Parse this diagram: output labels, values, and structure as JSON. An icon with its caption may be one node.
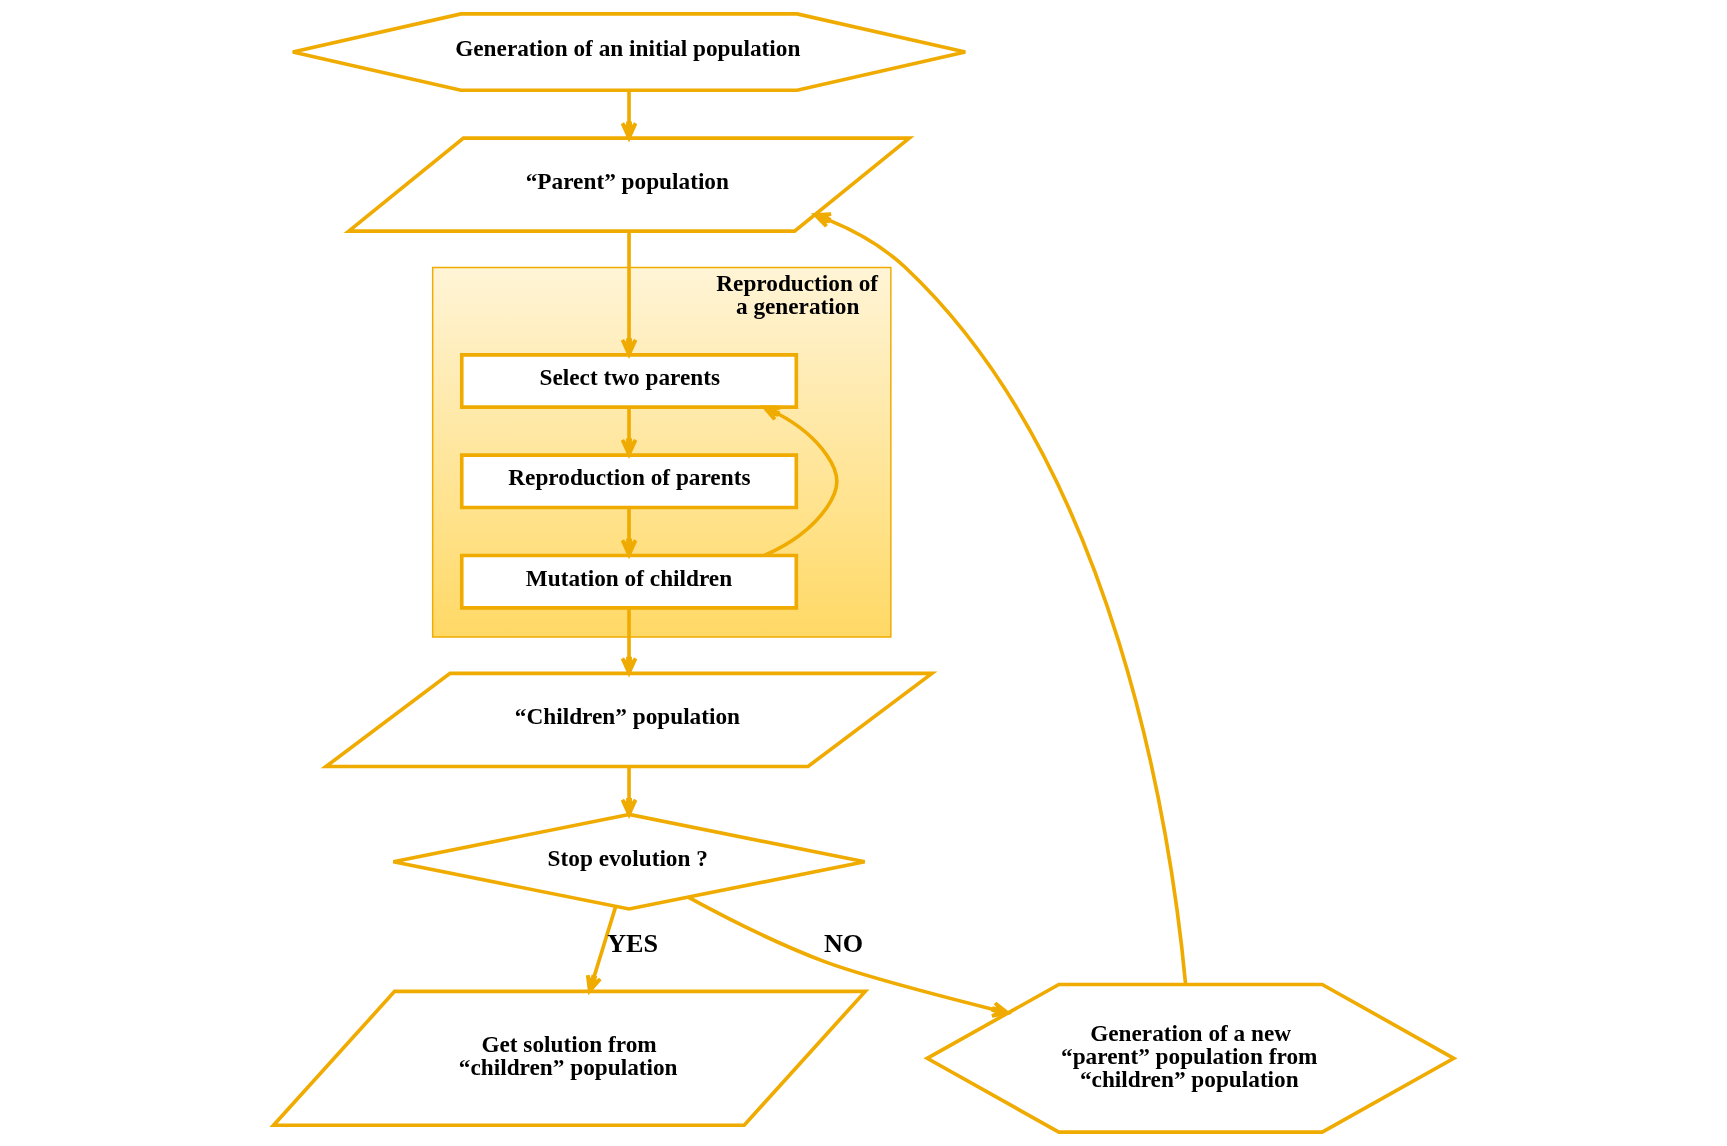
{
  "diagram": {
    "nodes": [
      {
        "text": [
          "Generation of an initial population"
        ]
      },
      {
        "text": [
          "“Parent” population"
        ]
      },
      {
        "text": [
          "Reproduction of a generation"
        ]
      },
      {
        "text": [
          "Select two parents"
        ],
        "in": 2
      },
      {
        "text": [
          "Reproduction of parents"
        ],
        "in": 2
      },
      {
        "text": [
          "Mutation of children"
        ],
        "in": 2
      },
      {
        "text": [
          "“Children” population"
        ]
      },
      {
        "text": [
          "Stop evolution ?"
        ]
      },
      {
        "text": [
          "Get solution from “children” population"
        ]
      },
      {
        "text": [
          "Generation of a new “parent” population from “children” population"
        ]
      }
    ],
    "edges": [
      {
        "from": 0,
        "to": 1,
        "arrow": "to"
      },
      {
        "from": 1,
        "to": 3,
        "arrow": "to"
      },
      {
        "from": 3,
        "to": 4,
        "arrow": "to"
      },
      {
        "from": 4,
        "to": 5,
        "arrow": "to"
      },
      {
        "from": 5,
        "to": 3,
        "arrow": "to"
      },
      {
        "from": 5,
        "to": 6,
        "arrow": "to"
      },
      {
        "from": 6,
        "to": 7,
        "arrow": "to"
      },
      {
        "from": 7,
        "to": 8,
        "arrow": "to",
        "label": "YES"
      },
      {
        "from": 7,
        "to": 9,
        "arrow": "to",
        "label": "NO"
      },
      {
        "from": 9,
        "to": 1,
        "arrow": "to"
      }
    ]
  }
}
